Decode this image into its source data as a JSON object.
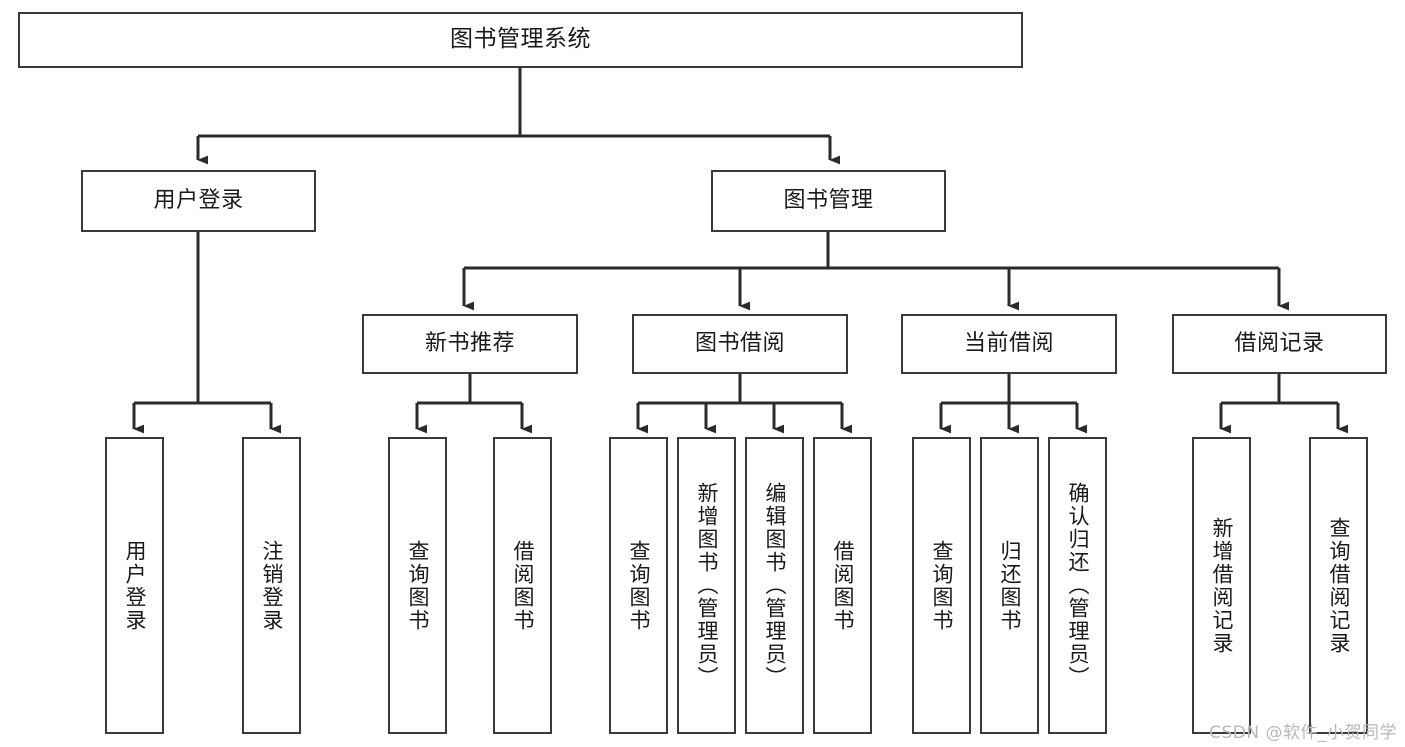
{
  "diagram": {
    "type": "tree-hierarchy",
    "title": "图书管理系统",
    "orientation": "top-down",
    "colors": {
      "box_border": "#3a3a3a",
      "box_fill": "#ffffff",
      "connector": "#2b2b2b",
      "text": "#1a1a1a",
      "watermark": "#b9b9b9",
      "background": "#ffffff"
    }
  },
  "nodes": {
    "root": {
      "label": "图书管理系统"
    },
    "level2": [
      {
        "label": "用户登录"
      },
      {
        "label": "图书管理"
      }
    ],
    "level3": [
      {
        "label": "新书推荐"
      },
      {
        "label": "图书借阅"
      },
      {
        "label": "当前借阅"
      },
      {
        "label": "借阅记录"
      }
    ],
    "leaves": {
      "user_login": [
        {
          "label": "用户登录"
        },
        {
          "label": "注销登录"
        }
      ],
      "new_book_recommend": [
        {
          "label": "查询图书"
        },
        {
          "label": "借阅图书"
        }
      ],
      "book_borrow": [
        {
          "label": "查询图书"
        },
        {
          "label": "新增图书（管理员）"
        },
        {
          "label": "编辑图书（管理员）"
        },
        {
          "label": "借阅图书"
        }
      ],
      "current_borrow": [
        {
          "label": "查询图书"
        },
        {
          "label": "归还图书"
        },
        {
          "label": "确认归还（管理员）"
        }
      ],
      "borrow_record": [
        {
          "label": "新增借阅记录"
        },
        {
          "label": "查询借阅记录"
        }
      ]
    }
  },
  "watermark": {
    "text": "CSDN @软件_小贺同学"
  }
}
